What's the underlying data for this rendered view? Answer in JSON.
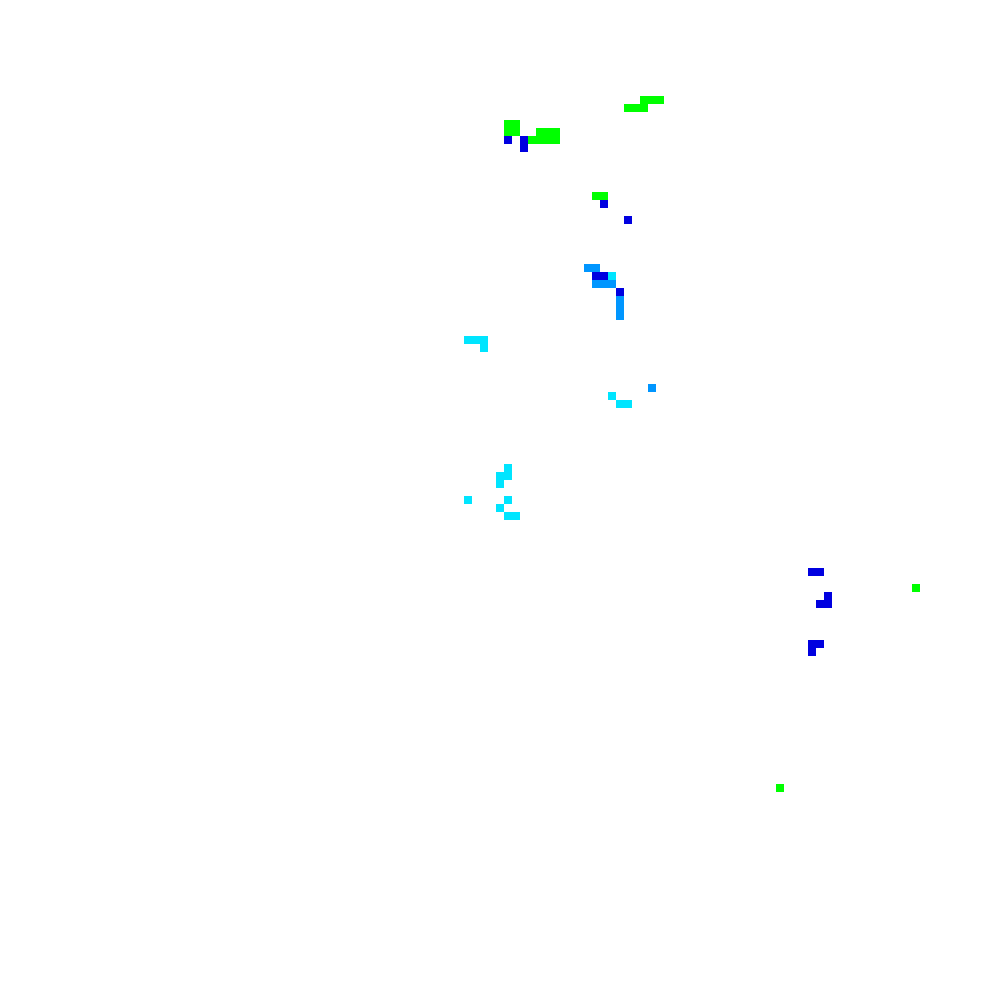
{
  "background": "#ffffff",
  "palette": {
    "green": "#00ff00",
    "blue": "#0000e0",
    "azure": "#0096ff",
    "cyan": "#00e5ff"
  },
  "grid": {
    "cols": 125,
    "rows": 125
  },
  "clusters": [
    {
      "name": "green-top-right",
      "color": "green",
      "cells": [
        [
          80,
          12
        ],
        [
          81,
          12
        ],
        [
          82,
          12
        ],
        [
          78,
          13
        ],
        [
          79,
          13
        ],
        [
          80,
          13
        ]
      ]
    },
    {
      "name": "green-top-left",
      "color": "green",
      "cells": [
        [
          63,
          15
        ],
        [
          64,
          15
        ],
        [
          63,
          16
        ],
        [
          64,
          16
        ],
        [
          67,
          16
        ],
        [
          68,
          16
        ],
        [
          69,
          16
        ],
        [
          66,
          17
        ],
        [
          67,
          17
        ],
        [
          68,
          17
        ],
        [
          69,
          17
        ]
      ]
    },
    {
      "name": "blue-top-left",
      "color": "blue",
      "cells": [
        [
          63,
          17
        ],
        [
          65,
          17
        ],
        [
          65,
          18
        ]
      ]
    },
    {
      "name": "green-mid",
      "color": "green",
      "cells": [
        [
          74,
          24
        ],
        [
          75,
          24
        ]
      ]
    },
    {
      "name": "blue-mid",
      "color": "blue",
      "cells": [
        [
          75,
          25
        ],
        [
          78,
          27
        ]
      ]
    },
    {
      "name": "azure-curve",
      "color": "azure",
      "cells": [
        [
          73,
          33
        ],
        [
          74,
          33
        ],
        [
          74,
          35
        ],
        [
          75,
          35
        ],
        [
          76,
          35
        ],
        [
          77,
          37
        ],
        [
          77,
          38
        ],
        [
          77,
          39
        ],
        [
          81,
          48
        ]
      ]
    },
    {
      "name": "blue-curve",
      "color": "blue",
      "cells": [
        [
          74,
          34
        ],
        [
          75,
          34
        ],
        [
          77,
          36
        ]
      ]
    },
    {
      "name": "cyan-curve",
      "color": "cyan",
      "cells": [
        [
          76,
          34
        ],
        [
          58,
          42
        ],
        [
          59,
          42
        ],
        [
          60,
          42
        ],
        [
          60,
          43
        ],
        [
          76,
          49
        ],
        [
          77,
          50
        ],
        [
          78,
          50
        ],
        [
          63,
          58
        ],
        [
          62,
          59
        ],
        [
          63,
          59
        ],
        [
          62,
          60
        ],
        [
          58,
          62
        ],
        [
          63,
          62
        ],
        [
          62,
          63
        ],
        [
          63,
          64
        ],
        [
          64,
          64
        ]
      ]
    },
    {
      "name": "blue-lower-right",
      "color": "blue",
      "cells": [
        [
          101,
          71
        ],
        [
          102,
          71
        ],
        [
          103,
          74
        ],
        [
          102,
          75
        ],
        [
          103,
          75
        ],
        [
          101,
          80
        ],
        [
          102,
          80
        ],
        [
          101,
          81
        ]
      ]
    },
    {
      "name": "green-lower-right",
      "color": "green",
      "cells": [
        [
          114,
          73
        ],
        [
          97,
          98
        ]
      ]
    }
  ]
}
